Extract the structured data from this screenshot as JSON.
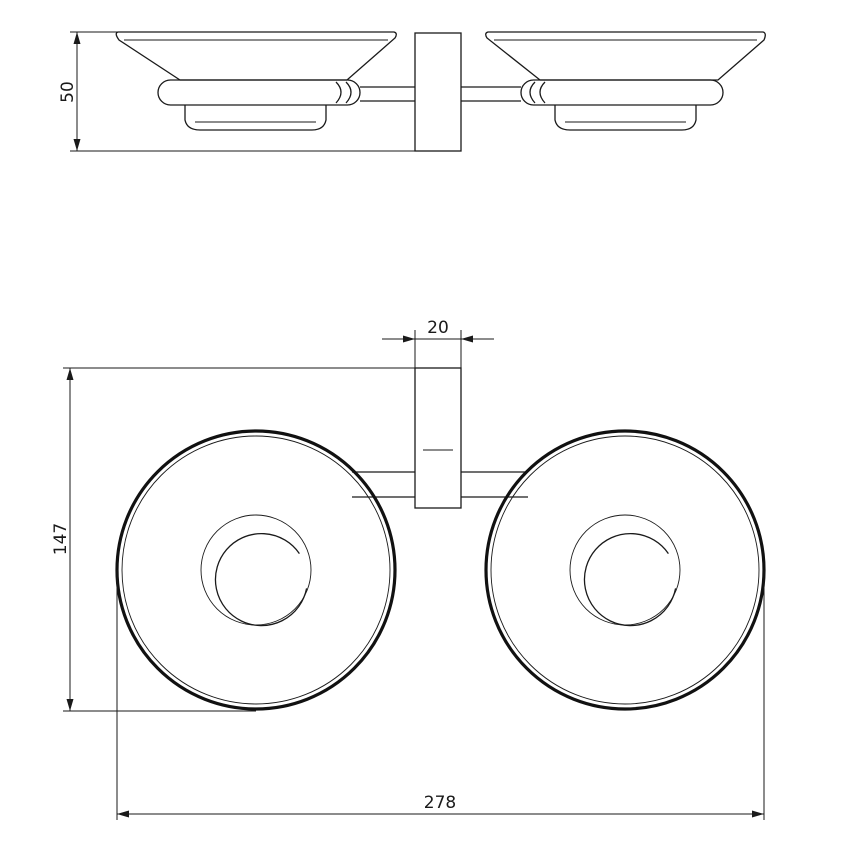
{
  "dimensions": {
    "height_side": "50",
    "width_mount": "20",
    "height_top": "147",
    "width_total": "278"
  },
  "colors": {
    "line": "#1a1a1a",
    "background": "#ffffff"
  }
}
